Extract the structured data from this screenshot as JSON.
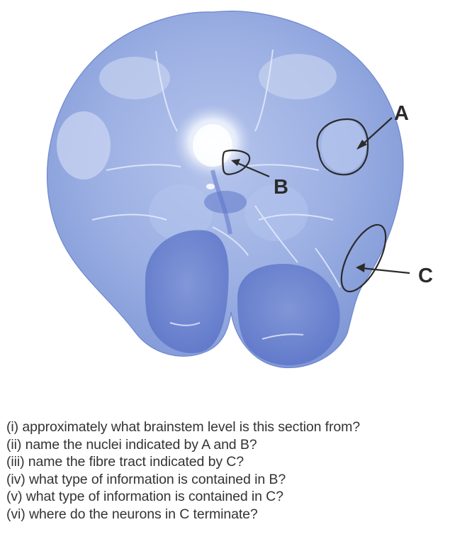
{
  "labels": {
    "a": "A",
    "b": "B",
    "c": "C"
  },
  "questions": [
    "(i) approximately what brainstem level is this section from?",
    "(ii) name the nuclei indicated by A and B?",
    "(iii) name the fibre tract indicated by C?",
    "(iv) what type of information is contained in B?",
    "(v) what type of information is contained in C?",
    "(vi) where do the neurons in C terminate?"
  ],
  "colors": {
    "stain": "#8ea4dd",
    "stain_dark": "#5d75c8",
    "stain_light": "#c3cfee",
    "annotation": "#2b2b2b",
    "text": "#333333",
    "background": "#ffffff"
  }
}
